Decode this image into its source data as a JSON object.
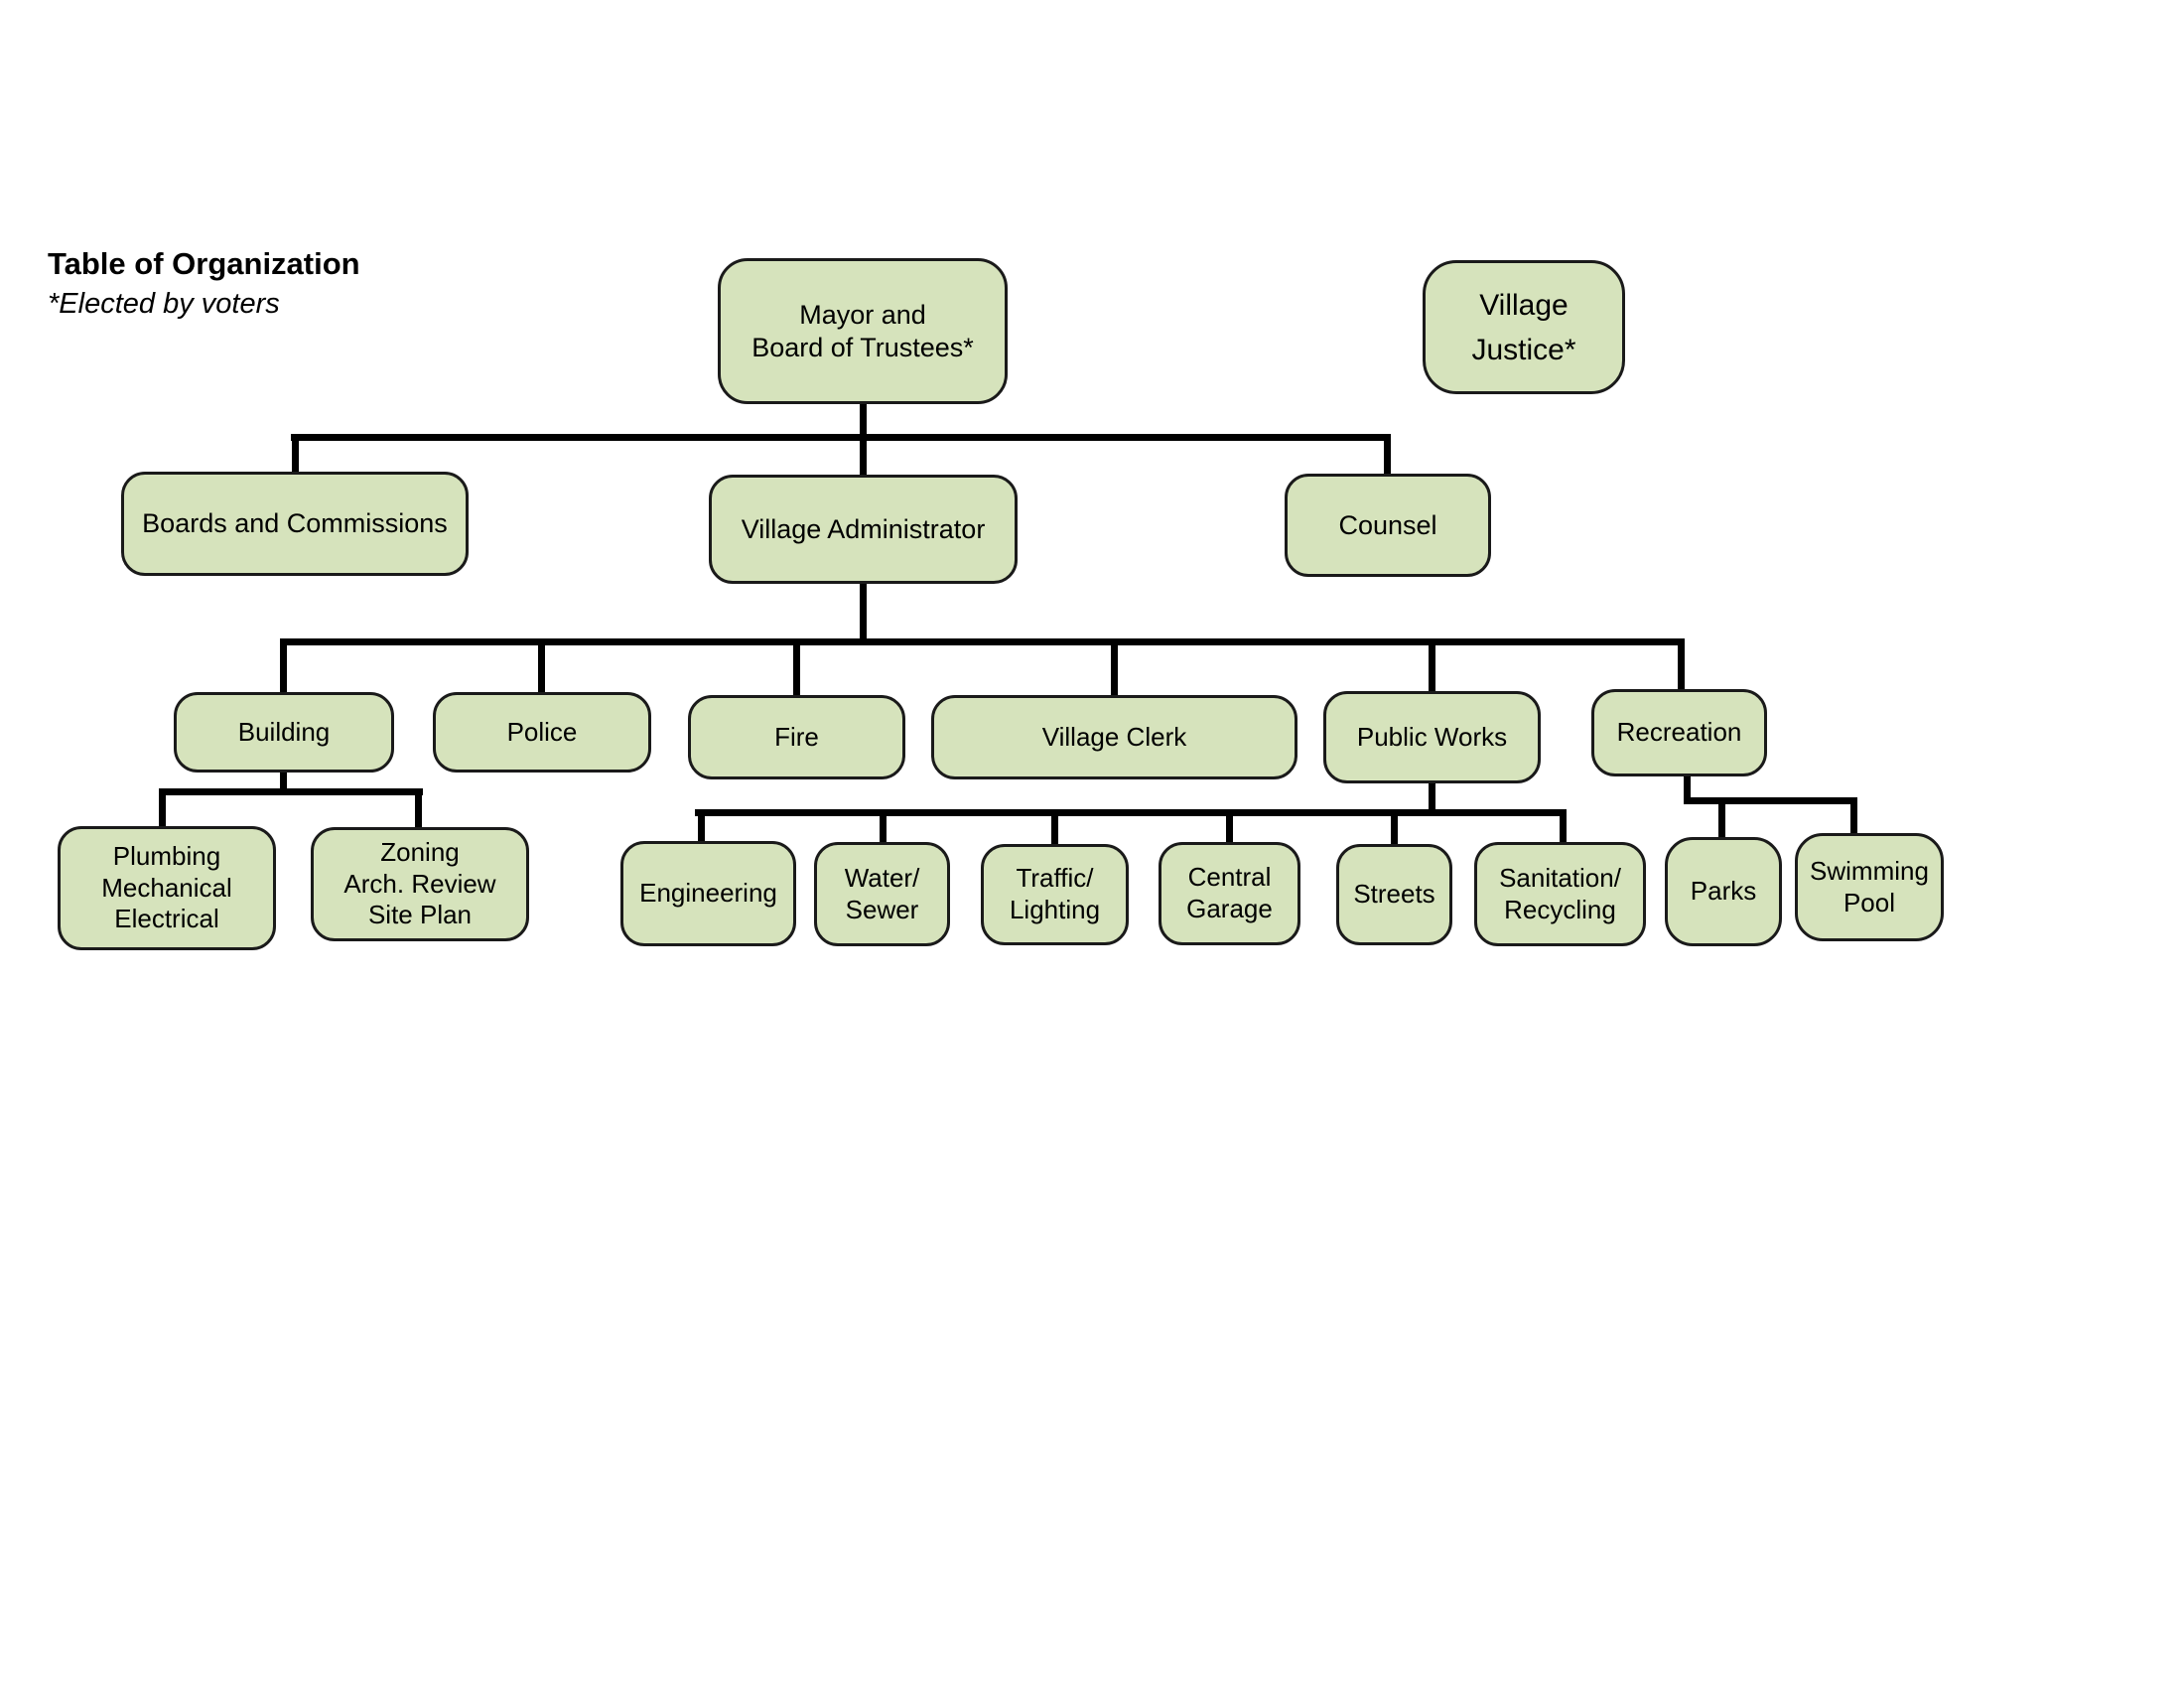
{
  "title": {
    "heading": "Table of Organization",
    "note": "*Elected by voters"
  },
  "colors": {
    "box_fill": "#d6e3bc",
    "box_border": "#1a1a1a",
    "connector": "#000000",
    "background": "#ffffff",
    "text": "#000000"
  },
  "nodes": {
    "mayor_board": {
      "label": "Mayor and\nBoard of Trustees*"
    },
    "village_justice": {
      "label": "Village\nJustice*"
    },
    "boards_commissions": {
      "label": "Boards and Commissions"
    },
    "village_administrator": {
      "label": "Village Administrator"
    },
    "counsel": {
      "label": "Counsel"
    },
    "building": {
      "label": "Building"
    },
    "police": {
      "label": "Police"
    },
    "fire": {
      "label": "Fire"
    },
    "village_clerk": {
      "label": "Village Clerk"
    },
    "public_works": {
      "label": "Public Works"
    },
    "recreation": {
      "label": "Recreation"
    },
    "plumbing_mechanical_electrical": {
      "label": "Plumbing\nMechanical\nElectrical"
    },
    "zoning_arch_review_site_plan": {
      "label": "Zoning\nArch. Review\nSite Plan"
    },
    "engineering": {
      "label": "Engineering"
    },
    "water_sewer": {
      "label": "Water/\nSewer"
    },
    "traffic_lighting": {
      "label": "Traffic/\nLighting"
    },
    "central_garage": {
      "label": "Central\nGarage"
    },
    "streets": {
      "label": "Streets"
    },
    "sanitation_recycling": {
      "label": "Sanitation/\nRecycling"
    },
    "parks": {
      "label": "Parks"
    },
    "swimming_pool": {
      "label": "Swimming\nPool"
    }
  },
  "hierarchy": {
    "edges": [
      [
        "mayor_board",
        "boards_commissions"
      ],
      [
        "mayor_board",
        "village_administrator"
      ],
      [
        "mayor_board",
        "counsel"
      ],
      [
        "village_administrator",
        "building"
      ],
      [
        "village_administrator",
        "police"
      ],
      [
        "village_administrator",
        "fire"
      ],
      [
        "village_administrator",
        "village_clerk"
      ],
      [
        "village_administrator",
        "public_works"
      ],
      [
        "village_administrator",
        "recreation"
      ],
      [
        "building",
        "plumbing_mechanical_electrical"
      ],
      [
        "building",
        "zoning_arch_review_site_plan"
      ],
      [
        "public_works",
        "engineering"
      ],
      [
        "public_works",
        "water_sewer"
      ],
      [
        "public_works",
        "traffic_lighting"
      ],
      [
        "public_works",
        "central_garage"
      ],
      [
        "public_works",
        "streets"
      ],
      [
        "public_works",
        "sanitation_recycling"
      ],
      [
        "recreation",
        "parks"
      ],
      [
        "recreation",
        "swimming_pool"
      ]
    ],
    "standalone": [
      "village_justice"
    ]
  }
}
